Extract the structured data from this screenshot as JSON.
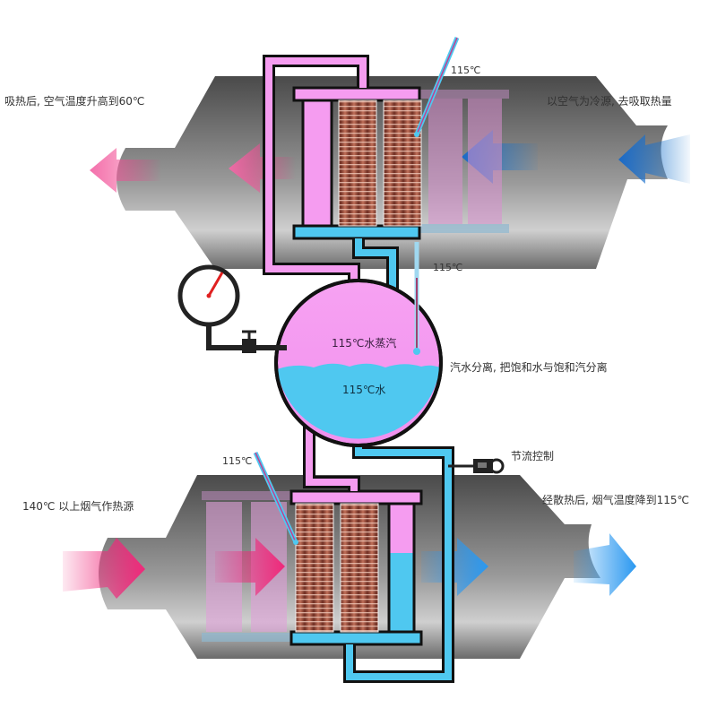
{
  "colors": {
    "steam": "#f59cf0",
    "water": "#4fc8f0",
    "hot_arrow": "#f0287a",
    "cold_arrow": "#1a78d0",
    "duct": "#7a7a7a",
    "pipe_outline": "#111111",
    "copper": "#9b4a3a"
  },
  "labels": {
    "top_left": "吸热后, 空气温度升高到60℃",
    "top_right": "以空气为冷源, 去吸取热量",
    "bottom_left": "140℃ 以上烟气作热源",
    "bottom_right": "经散热后, 烟气温度降到115℃",
    "separator_note": "汽水分离, 把饱和水与饱和汽分离",
    "throttle": "节流控制",
    "thermo_top": "115℃",
    "thermo_mid": "115℃",
    "thermo_bottom": "115℃",
    "tank_steam": "115℃水蒸汽",
    "tank_water": "115℃水"
  },
  "icons": {
    "pressure_gauge": "pressure-gauge-icon",
    "valve": "valve-icon",
    "throttle_valve": "throttle-valve-icon",
    "thermometer": "thermometer-icon"
  }
}
